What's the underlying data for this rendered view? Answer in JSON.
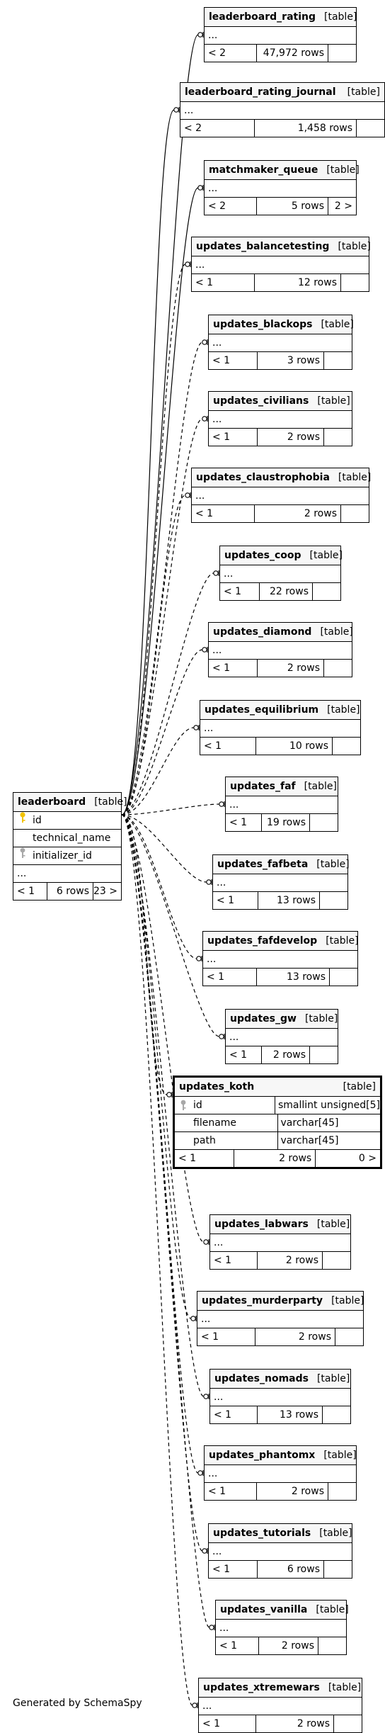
{
  "focus_table": {
    "name": "leaderboard",
    "type": "[table]",
    "columns": [
      {
        "name": "id",
        "key": "primary"
      },
      {
        "name": "technical_name",
        "key": "none"
      },
      {
        "name": "initializer_id",
        "key": "foreign"
      }
    ],
    "more": "...",
    "children": "< 1",
    "rows": "6 rows",
    "parents": "23 >"
  },
  "related_tables": [
    {
      "name": "leaderboard_rating",
      "type": "[table]",
      "more": "...",
      "children": "< 2",
      "rows": "47,972 rows",
      "parents": ""
    },
    {
      "name": "leaderboard_rating_journal",
      "type": "[table]",
      "more": "...",
      "children": "< 2",
      "rows": "1,458 rows",
      "parents": ""
    },
    {
      "name": "matchmaker_queue",
      "type": "[table]",
      "more": "...",
      "children": "< 2",
      "rows": "5 rows",
      "parents": "2 >"
    },
    {
      "name": "updates_balancetesting",
      "type": "[table]",
      "more": "...",
      "children": "< 1",
      "rows": "12 rows",
      "parents": ""
    },
    {
      "name": "updates_blackops",
      "type": "[table]",
      "more": "...",
      "children": "< 1",
      "rows": "3 rows",
      "parents": ""
    },
    {
      "name": "updates_civilians",
      "type": "[table]",
      "more": "...",
      "children": "< 1",
      "rows": "2 rows",
      "parents": ""
    },
    {
      "name": "updates_claustrophobia",
      "type": "[table]",
      "more": "...",
      "children": "< 1",
      "rows": "2 rows",
      "parents": ""
    },
    {
      "name": "updates_coop",
      "type": "[table]",
      "more": "...",
      "children": "< 1",
      "rows": "22 rows",
      "parents": ""
    },
    {
      "name": "updates_diamond",
      "type": "[table]",
      "more": "...",
      "children": "< 1",
      "rows": "2 rows",
      "parents": ""
    },
    {
      "name": "updates_equilibrium",
      "type": "[table]",
      "more": "...",
      "children": "< 1",
      "rows": "10 rows",
      "parents": ""
    },
    {
      "name": "updates_faf",
      "type": "[table]",
      "more": "...",
      "children": "< 1",
      "rows": "19 rows",
      "parents": ""
    },
    {
      "name": "updates_fafbeta",
      "type": "[table]",
      "more": "...",
      "children": "< 1",
      "rows": "13 rows",
      "parents": ""
    },
    {
      "name": "updates_fafdevelop",
      "type": "[table]",
      "more": "...",
      "children": "< 1",
      "rows": "13 rows",
      "parents": ""
    },
    {
      "name": "updates_gw",
      "type": "[table]",
      "more": "...",
      "children": "< 1",
      "rows": "2 rows",
      "parents": ""
    },
    {
      "name": "updates_labwars",
      "type": "[table]",
      "more": "...",
      "children": "< 1",
      "rows": "2 rows",
      "parents": ""
    },
    {
      "name": "updates_murderparty",
      "type": "[table]",
      "more": "...",
      "children": "< 1",
      "rows": "2 rows",
      "parents": ""
    },
    {
      "name": "updates_nomads",
      "type": "[table]",
      "more": "...",
      "children": "< 1",
      "rows": "13 rows",
      "parents": ""
    },
    {
      "name": "updates_phantomx",
      "type": "[table]",
      "more": "...",
      "children": "< 1",
      "rows": "2 rows",
      "parents": ""
    },
    {
      "name": "updates_tutorials",
      "type": "[table]",
      "more": "...",
      "children": "< 1",
      "rows": "6 rows",
      "parents": ""
    },
    {
      "name": "updates_vanilla",
      "type": "[table]",
      "more": "...",
      "children": "< 1",
      "rows": "2 rows",
      "parents": ""
    },
    {
      "name": "updates_xtremewars",
      "type": "[table]",
      "more": "...",
      "children": "< 1",
      "rows": "2 rows",
      "parents": ""
    }
  ],
  "detail_table": {
    "name": "updates_koth",
    "type": "[table]",
    "columns": [
      {
        "name": "id",
        "type": "smallint unsigned[5]",
        "key": "foreign"
      },
      {
        "name": "filename",
        "type": "varchar[45]",
        "key": "none"
      },
      {
        "name": "path",
        "type": "varchar[45]",
        "key": "none"
      }
    ],
    "children": "< 1",
    "rows": "2 rows",
    "parents": "0 >"
  },
  "footer": "Generated by SchemaSpy",
  "colors": {
    "primary_key_icon": "#f2c200",
    "foreign_key_icon": "#a8a8a8",
    "header_bg": "#f7f7f7"
  }
}
